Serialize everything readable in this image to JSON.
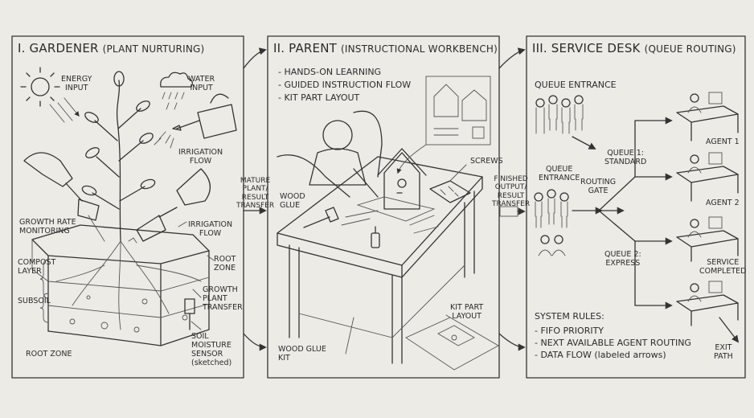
{
  "panels": [
    {
      "title": "I. GARDENER",
      "subtitle": "(PLANT NURTURING)",
      "labels": {
        "energy": "ENERGY\nINPUT",
        "water": "WATER\nINPUT",
        "irrigation_top": "IRRIGATION\nFLOW",
        "irrigation_mid": "IRRIGATION\nFLOW",
        "growth_rate": "GROWTH RATE\nMONITORING",
        "compost": "COMPOST\nLAYER",
        "root_zone_right": "ROOT\nZONE",
        "subsoil": "SUBSOIL",
        "growth_transfer": "GROWTH\nPLANT\nTRANSFER",
        "root_zone_bottom": "ROOT ZONE",
        "sensor": "SOIL\nMOISTURE\nSENSOR\n(sketched)"
      }
    },
    {
      "title": "II. PARENT",
      "subtitle": "(INSTRUCTIONAL WORKBENCH)",
      "bullets": [
        "- HANDS-ON LEARNING",
        "- GUIDED INSTRUCTION FLOW",
        "- KIT PART LAYOUT"
      ],
      "labels": {
        "screws": "SCREWS",
        "wood_glue": "WOOD\nGLUE",
        "kit_layout": "KIT PART\nLAYOUT",
        "glue_kit": "WOOD GLUE\nKIT"
      }
    },
    {
      "title": "III. SERVICE DESK",
      "subtitle": "(QUEUE ROUTING)",
      "labels": {
        "queue_entrance_top": "QUEUE ENTRANCE",
        "queue_entrance_mid": "QUEUE\nENTRANCE",
        "routing_gate": "ROUTING\nGATE",
        "queue1": "QUEUE 1:\nSTANDARD",
        "queue2": "QUEUE 2:\nEXPRESS",
        "agent1": "AGENT 1",
        "agent2": "AGENT 2",
        "service_completed": "SERVICE\nCOMPLETED",
        "exit_path": "EXIT\nPATH"
      },
      "rules_title": "SYSTEM RULES:",
      "rules": [
        "- FIFO PRIORITY",
        "- NEXT AVAILABLE AGENT ROUTING",
        "- DATA FLOW (labeled arrows)"
      ]
    }
  ],
  "transfers": {
    "first": "MATURE\nPLANT/\nRESULT\nTRANSFER",
    "second": "FINISHED\nOUTPUT/\nRESULT\nTRANSFER"
  }
}
